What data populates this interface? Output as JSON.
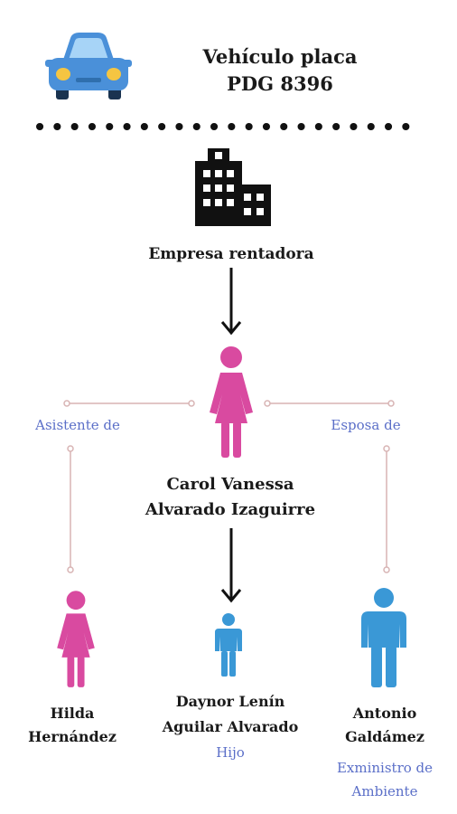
{
  "vehicle": {
    "title_line1": "Vehículo placa",
    "title_line2": "PDG 8396",
    "icon": "car-icon",
    "color": "#4a90d9"
  },
  "company": {
    "label": "Empresa rentadora",
    "icon": "building-icon"
  },
  "center_person": {
    "name_line1": "Carol Vanessa",
    "name_line2": "Alvarado Izaguirre",
    "icon": "woman-icon",
    "color": "#d94aa0"
  },
  "relations": {
    "left": "Asistente de",
    "right": "Esposa de"
  },
  "people": [
    {
      "name_line1": "Hilda",
      "name_line2": "Hernández",
      "icon": "woman-icon",
      "color": "#d94aa0"
    },
    {
      "name_line1": "Daynor Lenín",
      "name_line2": "Aguilar Alvarado",
      "role": "Hijo",
      "icon": "child-icon",
      "color": "#3a98d6"
    },
    {
      "name_line1": "Antonio",
      "name_line2": "Galdámez",
      "role_line1": "Exministro de",
      "role_line2": "Ambiente",
      "icon": "man-icon",
      "color": "#3a98d6"
    }
  ],
  "colors": {
    "relation_text": "#5b6fc8",
    "connector": "#d8b4b4",
    "pink": "#d94aa0",
    "blue": "#3a98d6"
  }
}
